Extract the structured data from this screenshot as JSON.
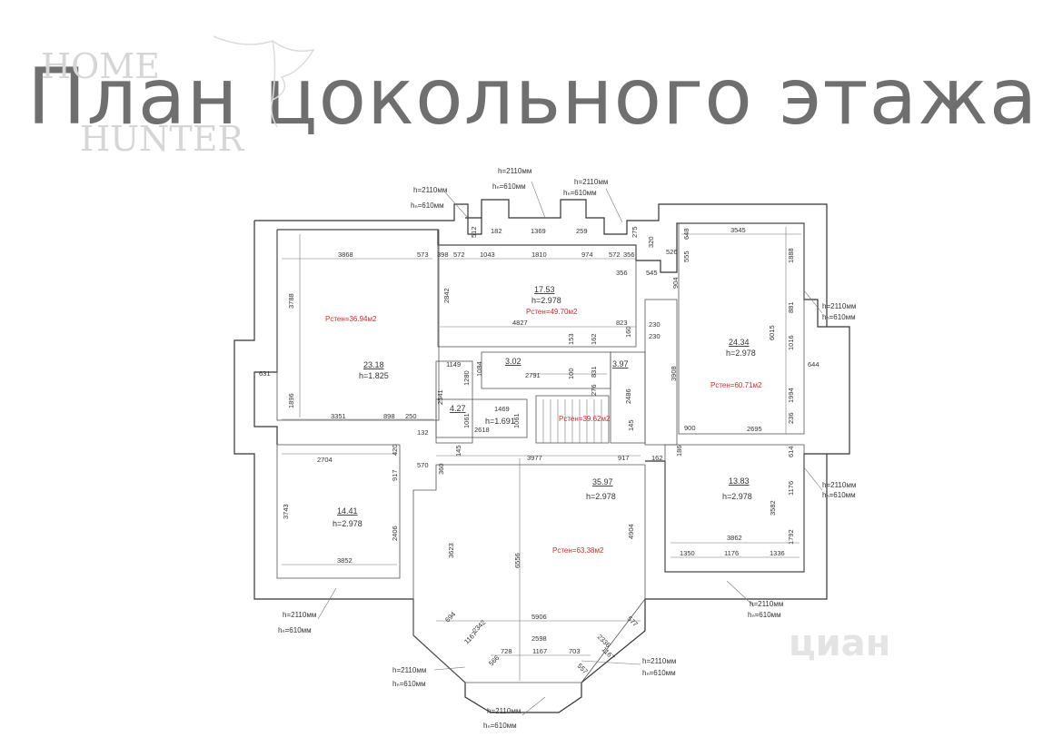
{
  "title": "План цокольного этажа",
  "watermarks": {
    "home": "HOME",
    "hunter": "HUNTER",
    "cian": "циан"
  },
  "plan": {
    "labels": {
      "w_top_left_h": "h=2110мм",
      "w_top_left_hn": "hₙ=610мм",
      "w_top_mid_h": "h=2110мм",
      "w_top_mid_hn": "hₙ=610мм",
      "w_top_right_h": "h=2110мм",
      "w_top_right_hn": "hₙ=610мм",
      "w_right1_h": "h=2110мм",
      "w_right1_hn": "hₙ=610мм",
      "w_right2_h": "h=2110мм",
      "w_right2_hn": "hₙ=610мм",
      "w_right_bot_h": "h=2110мм",
      "w_right_bot_hn": "hₙ=610мм",
      "w_left_bot_h": "h=2110мм",
      "w_left_bot_hn": "hₙ=610мм",
      "w_bay_left_h": "h=2110мм",
      "w_bay_left_hn": "hₙ=610мм",
      "w_bay_right_h": "h=2110мм",
      "w_bay_right_hn": "hₙ=610мм",
      "w_bottom_h": "h=2110мм",
      "w_bottom_hn": "hₙ=610мм"
    },
    "rooms": {
      "r1_area": "23.18",
      "r1_h": "h=1.825",
      "r1_p": "Pстен=36.94м2",
      "r2_area": "17.53",
      "r2_h": "h=2.978",
      "r2_p": "Pстен=49.70м2",
      "r3_area": "24.34",
      "r3_h": "h=2.978",
      "r3_p": "Pстен=60.71м2",
      "r4_area": "3.02",
      "r5_area": "3.97",
      "r6_area": "4.27",
      "r6_h": "h=1.691",
      "r7_p": "Pстен=39.62м2",
      "r8_area": "14.41",
      "r8_h": "h=2.978",
      "r9_area": "35.97",
      "r9_h": "h=2.978",
      "r9_p": "Pстен=63.38м2",
      "r10_area": "13.83",
      "r10_h": "h=2.978"
    },
    "dims": {
      "d3868": "3868",
      "d573": "573",
      "d398": "398",
      "d572a": "572",
      "d1043": "1043",
      "d1810": "1810",
      "d974": "974",
      "d572b": "572",
      "d356a": "356",
      "d512": "512",
      "d182": "182",
      "d1369": "1369",
      "d259": "259",
      "d275": "275",
      "d320": "320",
      "d526": "526",
      "d648": "648",
      "d3545": "3545",
      "d555": "555",
      "d1888": "1888",
      "d356b": "356",
      "d545": "545",
      "d904": "904",
      "d881": "881",
      "d3788": "3788",
      "d2842": "2842",
      "d4827": "4827",
      "d823": "823",
      "d230a": "230",
      "d230b": "230",
      "d160": "160",
      "d153": "153",
      "d162a": "162",
      "d6015": "6015",
      "d1016": "1016",
      "d631": "631",
      "d644": "644",
      "d1149": "1149",
      "d1280": "1280",
      "d1084": "1084",
      "d2791": "2791",
      "d100": "100",
      "d831": "831",
      "d3908": "3908",
      "d276": "276",
      "d2486": "2486",
      "d1994": "1994",
      "d1896": "1896",
      "d2541": "2541",
      "d1469": "1469",
      "d1061a": "1061",
      "d1061b": "1061",
      "d2618": "2618",
      "d236": "236",
      "d3351": "3351",
      "d898": "898",
      "d250": "250",
      "d900": "900",
      "d2695": "2695",
      "d132": "132",
      "d145a": "145",
      "d145b": "145",
      "d186": "186",
      "d614": "614",
      "d420": "420",
      "d2704": "2704",
      "d3977": "3977",
      "d917a": "917",
      "d162b": "162",
      "d570": "570",
      "d360": "360",
      "d917b": "917",
      "d1176a": "1176",
      "d3743": "3743",
      "d3582": "3582",
      "d3623": "3623",
      "d6556": "6556",
      "d4904": "4904",
      "d2406": "2406",
      "d3862": "3862",
      "d1792": "1792",
      "d3852": "3852",
      "d1350": "1350",
      "d1176b": "1176",
      "d1336": "1336",
      "d5906": "5906",
      "d694": "694",
      "d577": "577",
      "d2598": "2598",
      "d2342": "2342",
      "d1167a": "1167",
      "d2336": "2336",
      "d1167b": "1167",
      "d728": "728",
      "d1167c": "1167",
      "d703": "703",
      "d566": "566",
      "d557": "557"
    }
  }
}
